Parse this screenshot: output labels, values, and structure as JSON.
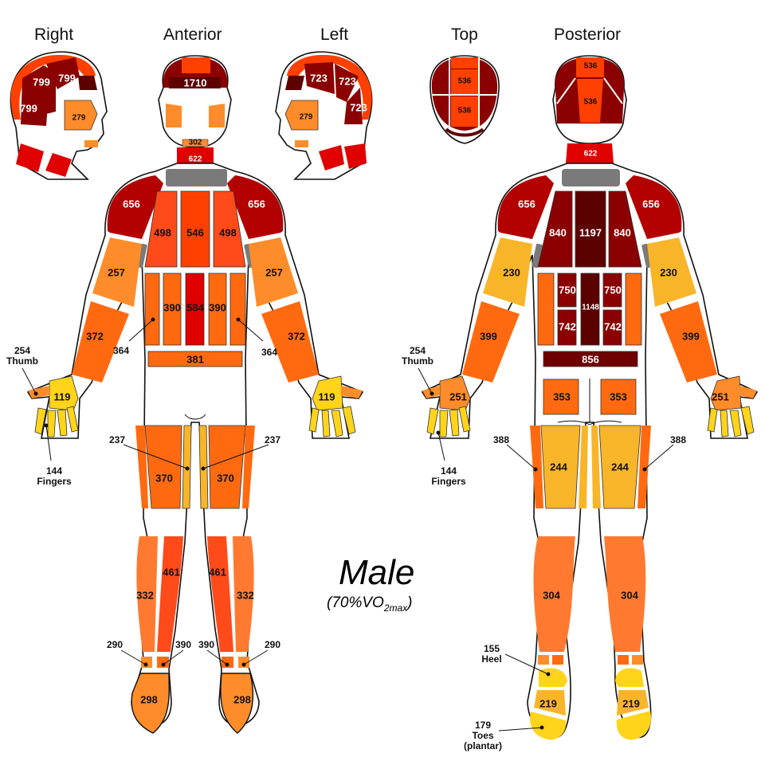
{
  "views": {
    "right": "Right",
    "anterior": "Anterior",
    "left": "Left",
    "top": "Top",
    "posterior": "Posterior"
  },
  "title": {
    "main": "Male",
    "sub_prefix": "(70%VO",
    "sub_sub": "2max",
    "sub_suffix": ")"
  },
  "colors": {
    "darkest": "#5c0000",
    "dark": "#8b0000",
    "darkred": "#b30000",
    "red": "#e00000",
    "redorange": "#ff4000",
    "orange": "#ff6a10",
    "lightorange": "#ff8c2a",
    "amber": "#f8b52a",
    "yellow": "#ffd41a",
    "gray": "#7a7a7a"
  },
  "head": {
    "right": {
      "crown": "799",
      "back_upper": "799",
      "back_lower": "799",
      "cheek": "279"
    },
    "anterior": {
      "forehead": "1710",
      "chin": "302",
      "neck": "622"
    },
    "left": {
      "crown": "723",
      "back_upper": "723",
      "back_lower": "723",
      "cheek": "279"
    },
    "top": {
      "front": "536",
      "back": "536"
    },
    "posterior": {
      "upper": "536",
      "lower": "536",
      "neck": "622"
    }
  },
  "anterior": {
    "shoulder_r": "656",
    "shoulder_l": "656",
    "chest_r": "498",
    "chest_c": "546",
    "chest_l": "498",
    "upperarm_r": "257",
    "upperarm_l": "257",
    "abd_r": "390",
    "abd_c": "584",
    "abd_l": "390",
    "flank_r": "364",
    "flank_l": "364",
    "forearm_r": "372",
    "forearm_l": "372",
    "lowerabd": "381",
    "palm_r": "119",
    "palm_l": "119",
    "thumb": {
      "value": "254",
      "label": "Thumb"
    },
    "fingers": {
      "value": "144",
      "label": "Fingers"
    },
    "inner_thigh_r": "237",
    "inner_thigh_l": "237",
    "thigh_r": "370",
    "thigh_l": "370",
    "shin_r": "461",
    "shin_l": "461",
    "calf_r": "332",
    "calf_l": "332",
    "ankle_out_r": "290",
    "ankle_in_r": "390",
    "ankle_in_l": "390",
    "ankle_out_l": "290",
    "foot_r": "298",
    "foot_l": "298"
  },
  "posterior": {
    "shoulder_l": "656",
    "shoulder_r": "656",
    "upperback_l": "840",
    "upperback_c": "1197",
    "upperback_r": "840",
    "upperarm_l": "230",
    "upperarm_r": "230",
    "midback_l": "750",
    "midback_r": "750",
    "spine": "1148",
    "lowback_l": "742",
    "lowback_r": "742",
    "forearm_l": "399",
    "forearm_r": "399",
    "lumbar": "856",
    "hand_l": "251",
    "hand_r": "251",
    "thumb": {
      "value": "254",
      "label": "Thumb"
    },
    "fingers": {
      "value": "144",
      "label": "Fingers"
    },
    "buttock_l": "353",
    "buttock_r": "353",
    "outer_thigh_l": "388",
    "outer_thigh_r": "388",
    "hamstring_l": "244",
    "hamstring_r": "244",
    "calf_l": "304",
    "calf_r": "304",
    "heel": {
      "value": "155",
      "label": "Heel"
    },
    "sole_l": "219",
    "sole_r": "219",
    "toes": {
      "value": "179",
      "label": "Toes",
      "label2": "(plantar)"
    }
  }
}
